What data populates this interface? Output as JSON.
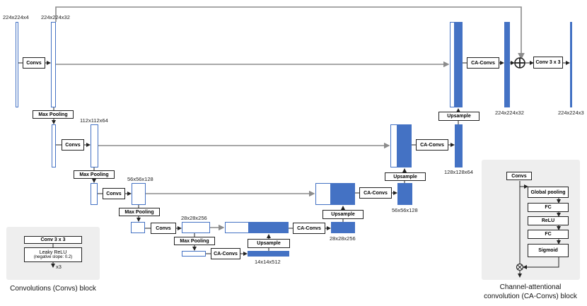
{
  "sizes": {
    "in": "224x224x4",
    "e1": "224x224x32",
    "e2": "112x112x64",
    "e3": "56x56x128",
    "e4": "28x28x256",
    "bottleneck": "14x14x512",
    "d3": "28x28x256",
    "d2": "56x56x128",
    "d1": "128x128x64",
    "d0": "224x224x32",
    "out": "224x224x3"
  },
  "ops": {
    "convs": "Convs",
    "max_pooling": "Max Pooling",
    "upsample": "Upsample",
    "ca_convs": "CA-Convs",
    "conv3x3": "Conv 3 x 3"
  },
  "convs_block": {
    "conv": "Conv 3 x 3",
    "act": "Leaky ReLU",
    "act_note": "(negative slope: 0.2)",
    "repeat": "x3",
    "caption": "Convolutions (Convs) block"
  },
  "ca_block": {
    "convs": "Convs",
    "global_pooling": "Global pooling",
    "fc1": "FC",
    "relu": "ReLU",
    "fc2": "FC",
    "sigmoid": "Sigmoid",
    "caption_line1": "Channel-attentional",
    "caption_line2": "convolution (CA-Convs) block"
  },
  "colors": {
    "fill": "#4472c4",
    "arrow": "#8c8c8c"
  }
}
